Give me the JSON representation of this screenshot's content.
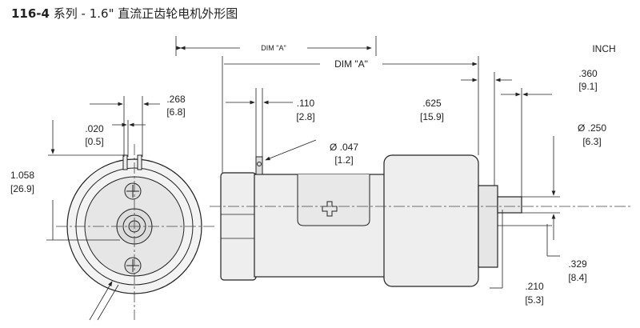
{
  "title": {
    "series": "116-4",
    "text": "系列 - 1.6\" 直流正齿轮电机外形图"
  },
  "unit_label": "INCH",
  "dims": {
    "dim_a_top": "DIM \"A\"",
    "dim_a": "DIM \"A\"",
    "d268_in": ".268",
    "d268_mm": "[6.8]",
    "d020_in": ".020",
    "d020_mm": "[0.5]",
    "d1058_in": "1.058",
    "d1058_mm": "[26.9]",
    "d110_in": ".110",
    "d110_mm": "[2.8]",
    "d047_in": "Ø .047",
    "d047_mm": "[1.2]",
    "d625_in": ".625",
    "d625_mm": "[15.9]",
    "d360_in": ".360",
    "d360_mm": "[9.1]",
    "d250_in": "Ø .250",
    "d250_mm": "[6.3]",
    "d329_in": ".329",
    "d329_mm": "[8.4]",
    "d210_in": ".210",
    "d210_mm": "[5.3]"
  }
}
